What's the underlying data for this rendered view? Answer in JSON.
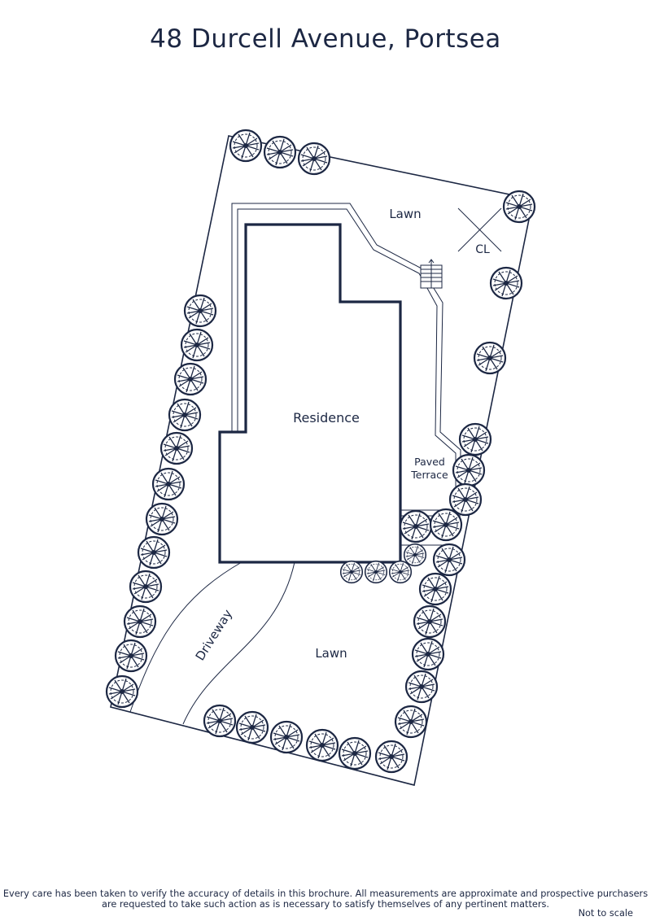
{
  "title": "48 Durcell Avenue, Portsea",
  "plan": {
    "ink_color": "#1c2743",
    "labels": {
      "lawn_north": "Lawn",
      "clothesline": "CL",
      "residence": "Residence",
      "terrace_line1": "Paved",
      "terrace_line2": "Terrace",
      "driveway": "Driveway",
      "lawn_south": "Lawn"
    },
    "symbols": [
      "tree-icon",
      "stairs-icon",
      "clothesline-icon"
    ]
  },
  "footer": {
    "disclaimer_line1": "Every care has been taken to verify the accuracy of details in this brochure.  All measurements are approximate and prospective purchasers",
    "disclaimer_line2": "are requested to take such action as is necessary to satisfy themselves of any pertinent matters.",
    "scale_note": "Not to scale"
  }
}
